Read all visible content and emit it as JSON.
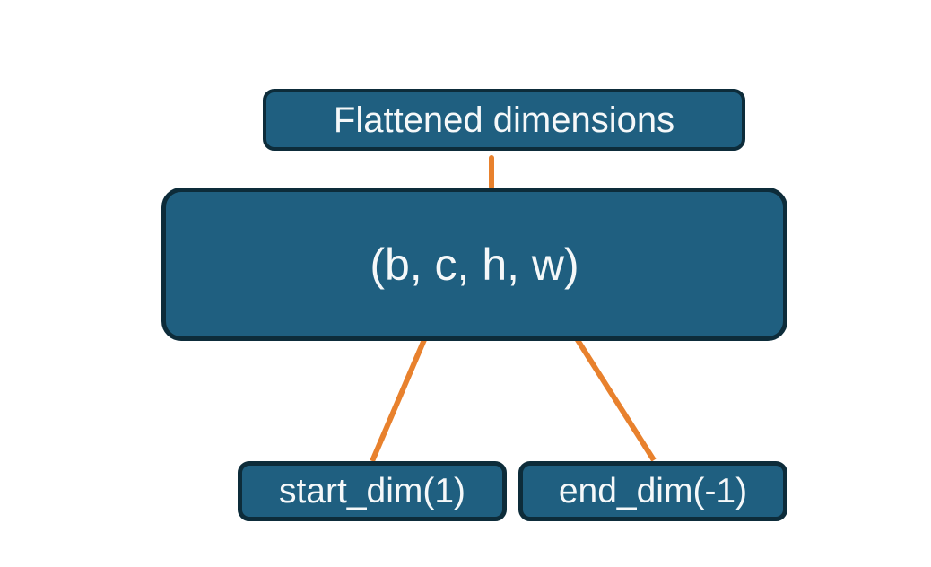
{
  "colors": {
    "background": "#ffffff",
    "node_fill": "#1f5f80",
    "node_border": "#0d2c3a",
    "node_text": "#f5f8f9",
    "connector": "#e8812d"
  },
  "nodes": {
    "flattened": {
      "label": "Flattened dimensions"
    },
    "tensor": {
      "label": "(b, c, h, w)"
    },
    "start_dim": {
      "label": "start_dim(1)"
    },
    "end_dim": {
      "label": "end_dim(-1)"
    }
  }
}
